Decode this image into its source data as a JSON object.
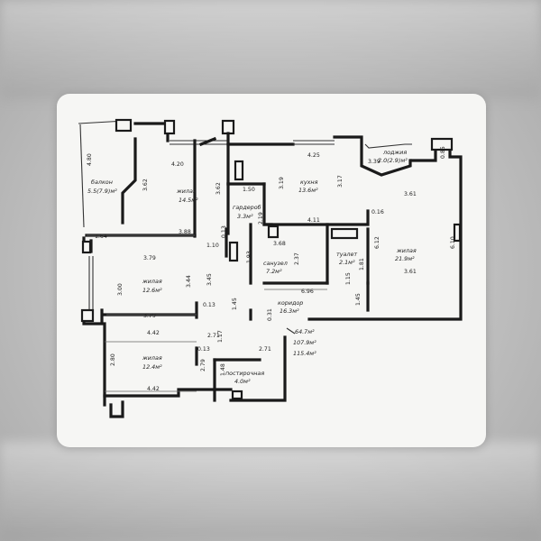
{
  "rooms": {
    "balcony": {
      "name": "балкон",
      "area": "5.5(7.9)м²"
    },
    "living_tl": {
      "name": "жилая",
      "area": "14.5м²"
    },
    "wardrobe": {
      "name": "гардероб",
      "area": "3.3м²"
    },
    "kitchen": {
      "name": "кухня",
      "area": "13.6м²"
    },
    "loggia": {
      "name": "лоджия",
      "area": "2.0(2.9)м²"
    },
    "living_right": {
      "name": "жилая",
      "area": "21.9м²"
    },
    "toilet": {
      "name": "туалет",
      "area": "2.1м²"
    },
    "bathroom": {
      "name": "санузел",
      "area": "7.2м²"
    },
    "living_ml": {
      "name": "жилая",
      "area": "12.6м²"
    },
    "corridor": {
      "name": "коридор",
      "area": "16.3м²"
    },
    "living_bl": {
      "name": "жилая",
      "area": "12.4м²"
    },
    "laundry": {
      "name": "постирочная",
      "area": "4.0м²"
    }
  },
  "totals": [
    "64.7м²",
    "107.9м²",
    "115.4м²"
  ],
  "dims": {
    "d480": "4.80",
    "d420": "4.20",
    "d362a": "3.62",
    "d362b": "3.62",
    "d150": "1.50",
    "d319": "3.19",
    "d425": "4.25",
    "d317": "3.17",
    "d339": "3.39",
    "d085": "0.85",
    "d361a": "3.61",
    "d219": "2.19",
    "d411": "4.11",
    "d016": "0.16",
    "d612": "6.12",
    "d610": "6.10",
    "d164": "1.64",
    "d388": "3.88",
    "d013a": "0.13",
    "d368": "3.68",
    "d379a": "3.79",
    "d110": "1.10",
    "d193": "1.93",
    "d237": "2.37",
    "d181": "1.81",
    "d361b": "3.61",
    "d300": "3.00",
    "d344": "3.44",
    "d345": "3.45",
    "d115": "1.15",
    "d696": "6.96",
    "d013b": "0.13",
    "d145a": "1.45",
    "d145b": "1.45",
    "d379b": "3.79",
    "d031": "0.31",
    "d442a": "4.42",
    "d117": "1.17",
    "d271a": "2.71",
    "d013c": "0.13",
    "d271b": "2.71",
    "d280": "2.80",
    "d279": "2.79",
    "d148": "1.48",
    "d442b": "4.42"
  }
}
